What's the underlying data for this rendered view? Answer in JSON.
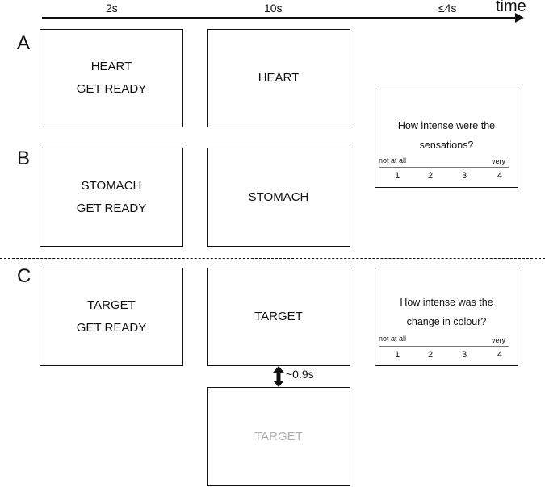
{
  "timeline": {
    "t1": "2s",
    "t2": "10s",
    "t3": "≤4s",
    "axis_label": "time"
  },
  "sections": [
    {
      "label": "A",
      "cue": [
        "HEART",
        "GET READY"
      ],
      "stimulus": "HEART"
    },
    {
      "label": "B",
      "cue": [
        "STOMACH",
        "GET READY"
      ],
      "stimulus": "STOMACH"
    },
    {
      "label": "C",
      "cue": [
        "TARGET",
        "GET READY"
      ],
      "stimulus": "TARGET",
      "delayed_stimulus": "TARGET",
      "delay": "~0.9s"
    }
  ],
  "ratings": [
    {
      "question": [
        "How intense were the",
        "sensations?"
      ],
      "low_anchor": "not at all",
      "high_anchor": "very",
      "points": [
        "1",
        "2",
        "3",
        "4"
      ]
    },
    {
      "question": [
        "How intense was the",
        "change in colour?"
      ],
      "low_anchor": "not at all",
      "high_anchor": "very",
      "points": [
        "1",
        "2",
        "3",
        "4"
      ]
    }
  ],
  "colors": {
    "ink": "#111111",
    "faded_text": "#b0b0b0"
  }
}
